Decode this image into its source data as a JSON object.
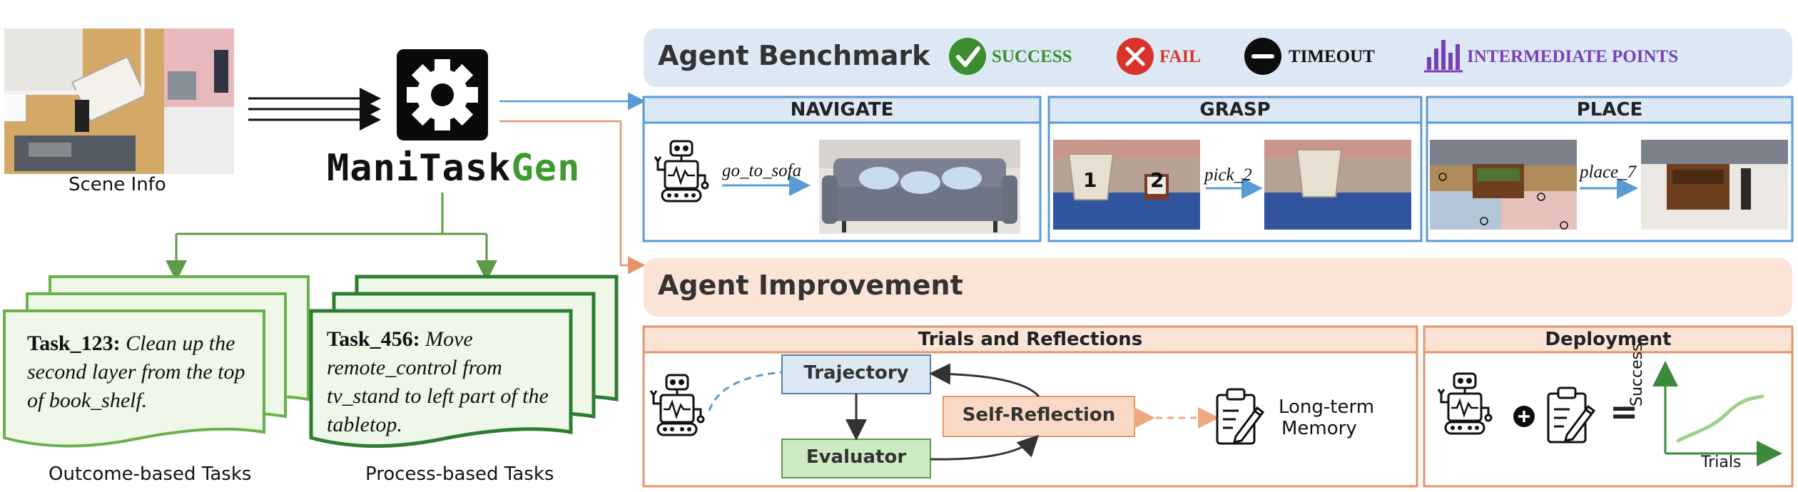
{
  "scene_info_label": "Scene Info",
  "logo": {
    "part1": "ManiTask",
    "part2": "Gen"
  },
  "outcome_label": "Outcome-based Tasks",
  "process_label": "Process-based Tasks",
  "task_outcome": {
    "id": "Task_123:",
    "text": "Clean up the second layer from the top of book_shelf."
  },
  "task_process": {
    "id": "Task_456:",
    "text": "Move remote_control from tv_stand to left part of the tabletop."
  },
  "benchmark": {
    "title": "Agent Benchmark",
    "legend": {
      "success": "SUCCESS",
      "fail": "FAIL",
      "timeout": "TIMEOUT",
      "intermediate": "INTERMEDIATE POINTS"
    },
    "panels": {
      "navigate": "NAVIGATE",
      "grasp": "GRASP",
      "place": "PLACE"
    },
    "actions": {
      "navigate": "go_to_sofa",
      "grasp": "pick_2",
      "place": "place_7"
    },
    "grasp_labels": {
      "one": "1",
      "two": "2"
    }
  },
  "improvement": {
    "title": "Agent Improvement",
    "trials_title": "Trials and Reflections",
    "deployment_title": "Deployment",
    "trajectory": "Trajectory",
    "evaluator": "Evaluator",
    "self_reflection": "Self-Reflection",
    "memory_line1": "Long-term",
    "memory_line2": "Memory",
    "plot_ylabel": "Success",
    "plot_xlabel": "Trials",
    "equals": "="
  },
  "colors": {
    "blue_accent": "#5a9bd5",
    "orange_accent": "#e3966b",
    "green_task": "#6ab04c",
    "dark_green_task": "#2e7d32",
    "success": "#3c8d2f",
    "fail": "#d9342b",
    "purple": "#7a3fb5"
  }
}
